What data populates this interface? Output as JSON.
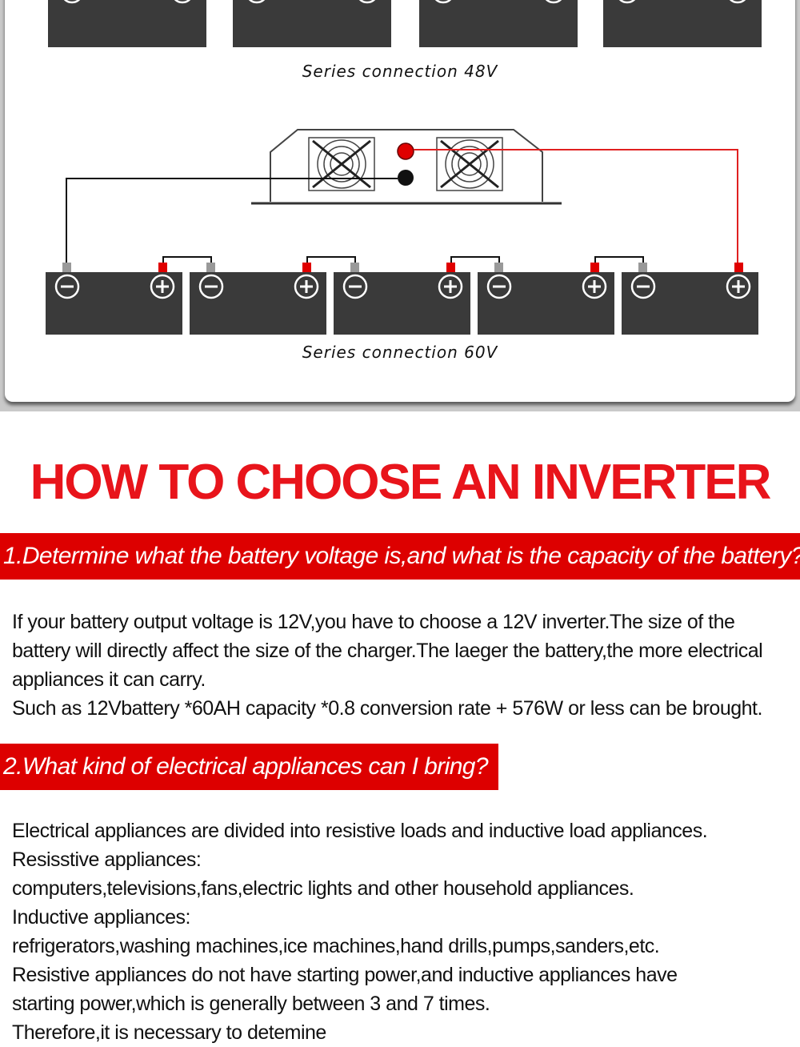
{
  "diagram": {
    "caption_48v": "Series connection 48V",
    "caption_60v": "Series connection 60V",
    "colors": {
      "positive_wire": "#e02020",
      "negative_wire": "#111111",
      "battery": "#3a3a3a",
      "terminal_positive": "#e00000",
      "terminal_negative": "#999999"
    }
  },
  "title": "HOW TO CHOOSE AN INVERTER",
  "section1": {
    "heading": "1.Determine what the battery voltage is,and what is the capacity of the battery?",
    "lines": [
      "If your battery output voltage is 12V,you have to choose a 12V inverter.The size of the",
      "battery will directly affect the size of the charger.The laeger the battery,the more electrical",
      "appliances it can carry.",
      "Such as 12Vbattery *60AH capacity *0.8 conversion rate + 576W or less can be brought."
    ]
  },
  "section2": {
    "heading": "2.What kind of electrical appliances can I bring?",
    "lines": [
      "Electrical appliances are divided into resistive loads and inductive load appliances.",
      "Resisstive appliances:",
      "computers,televisions,fans,electric lights and other household appliances.",
      "Inductive appliances:",
      "refrigerators,washing machines,ice machines,hand drills,pumps,sanders,etc.",
      "Resistive appliances do not have starting power,and inductive appliances have",
      "starting power,which is generally between 3 and 7 times.",
      "Therefore,it is necessary to detemine"
    ]
  },
  "accent_color": "#e8141b"
}
